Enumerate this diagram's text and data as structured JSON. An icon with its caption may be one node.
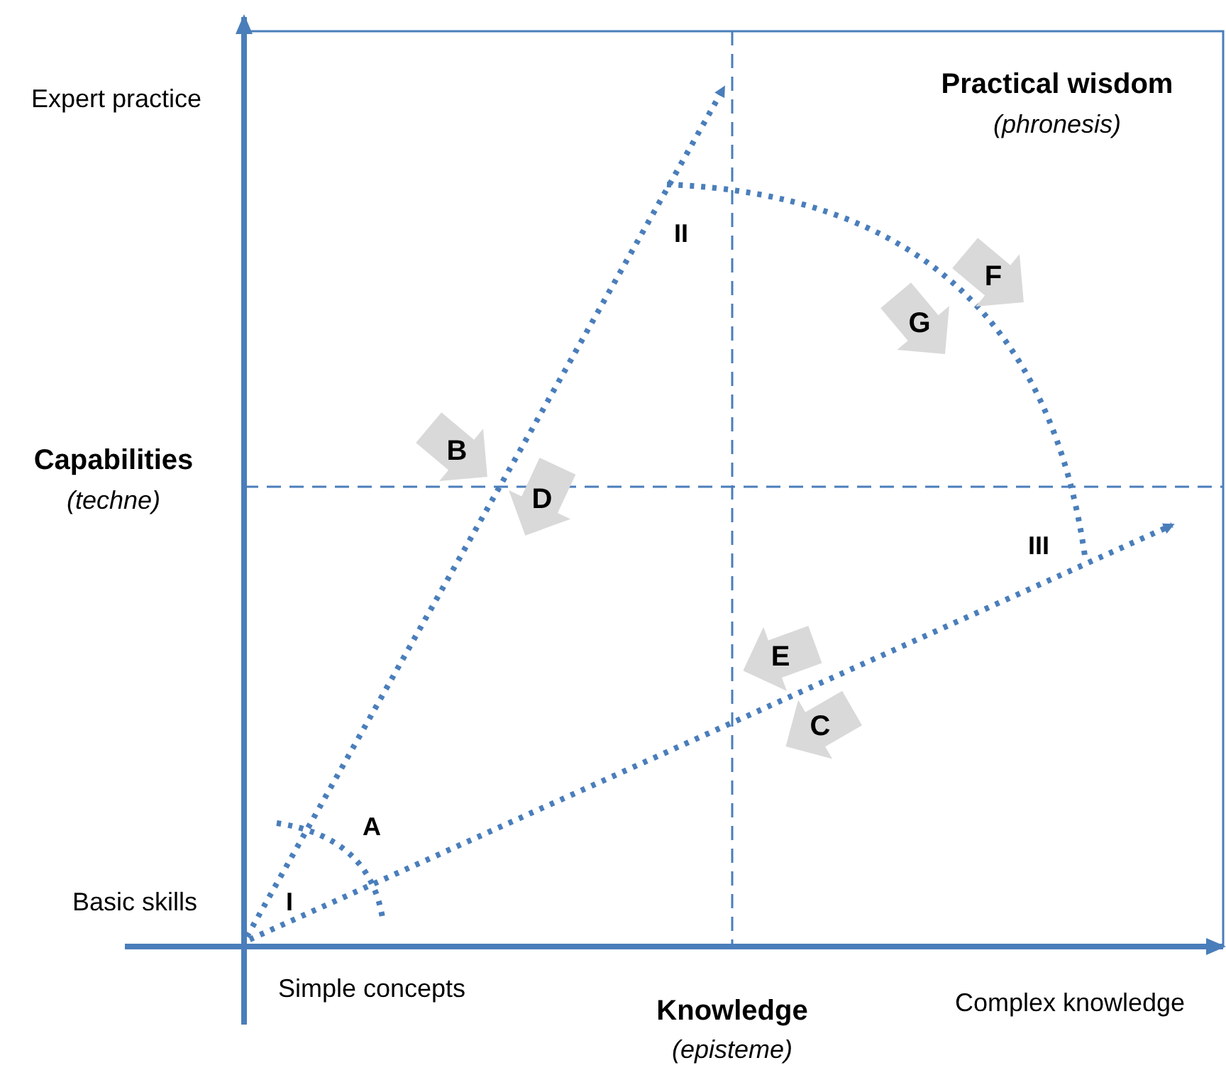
{
  "diagram": {
    "nodes": [
      {
        "text": [
          "F"
        ]
      },
      {
        "text": [
          "G"
        ]
      },
      {
        "text": [
          "B"
        ]
      },
      {
        "text": [
          "D"
        ]
      },
      {
        "text": [
          "E"
        ]
      },
      {
        "text": [
          "C"
        ]
      }
    ],
    "labels": [
      "Expert practice",
      "Practical wisdom",
      "(phronesis)",
      "II",
      "Capabilities",
      "(techne)",
      "III",
      "A",
      "Basic skills",
      "I",
      "Simple concepts",
      "Knowledge",
      "(episteme)",
      "Complex knowledge"
    ]
  }
}
